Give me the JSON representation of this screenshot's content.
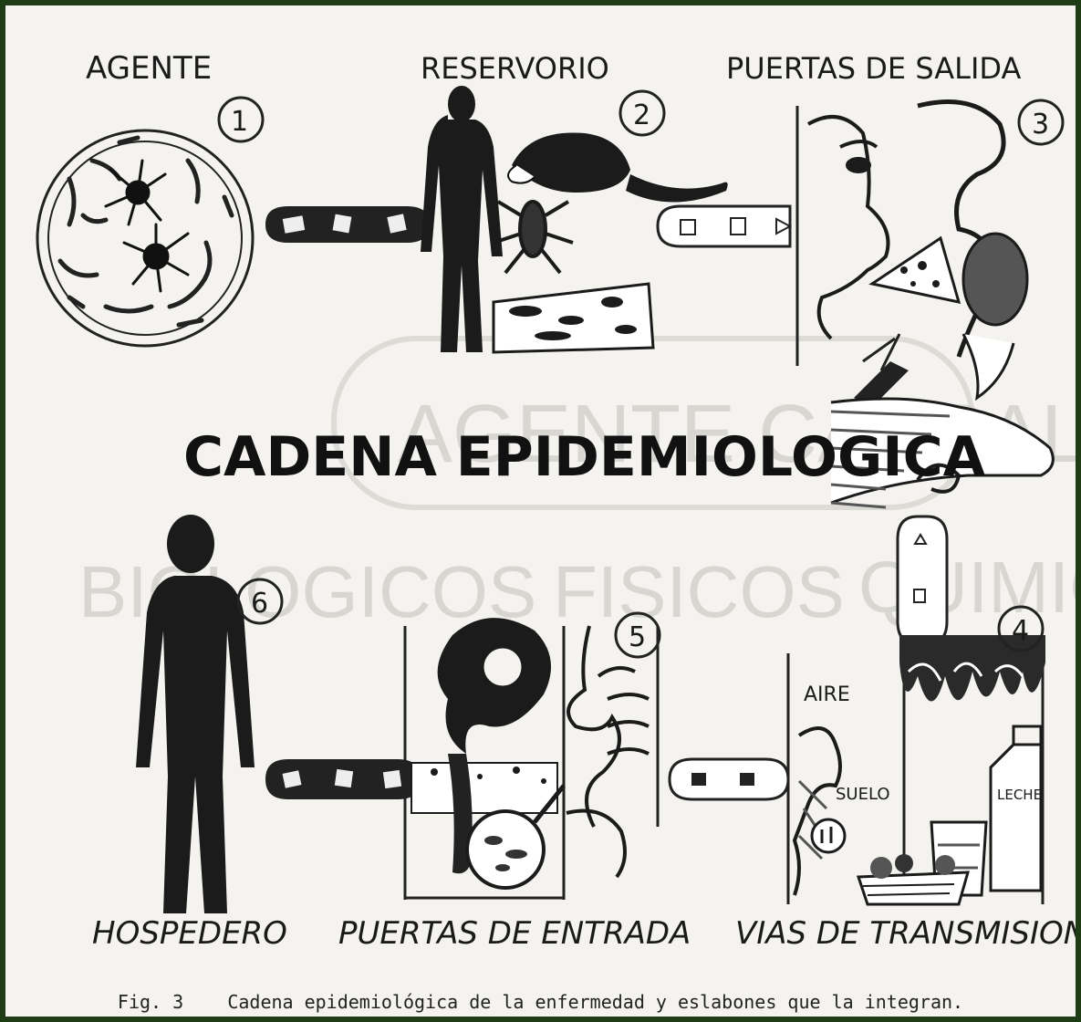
{
  "diagram": {
    "labels": {
      "agente": "AGENTE",
      "reservorio": "RESERVORIO",
      "puertas_salida": "PUERTAS DE SALIDA",
      "hospedero": "HOSPEDERO",
      "puertas_entrada": "PUERTAS DE ENTRADA",
      "vias_transmision": "VIAS DE TRANSMISION"
    },
    "title": "CADENA EPIDEMIOLOGICA",
    "step_numbers": [
      "1",
      "2",
      "3",
      "4",
      "5",
      "6"
    ],
    "inner_labels": {
      "aire": "AIRE",
      "suelo": "SUELO",
      "leche": "LECHE"
    },
    "background_watermark": {
      "agente_causal": "AGENTE CAUSAL",
      "biologicos": "BIOLOGICOS",
      "fisicos": "FISICOS",
      "quimicos": "QUIMICOS"
    }
  },
  "caption": "Fig. 3    Cadena epidemiológica de la enfermedad y eslabones que la integran.",
  "colors": {
    "ink": "#1a1a1a",
    "paper": "#f4f3ef",
    "frame": "#1e3d14",
    "watermark": "#d7d6d1"
  }
}
